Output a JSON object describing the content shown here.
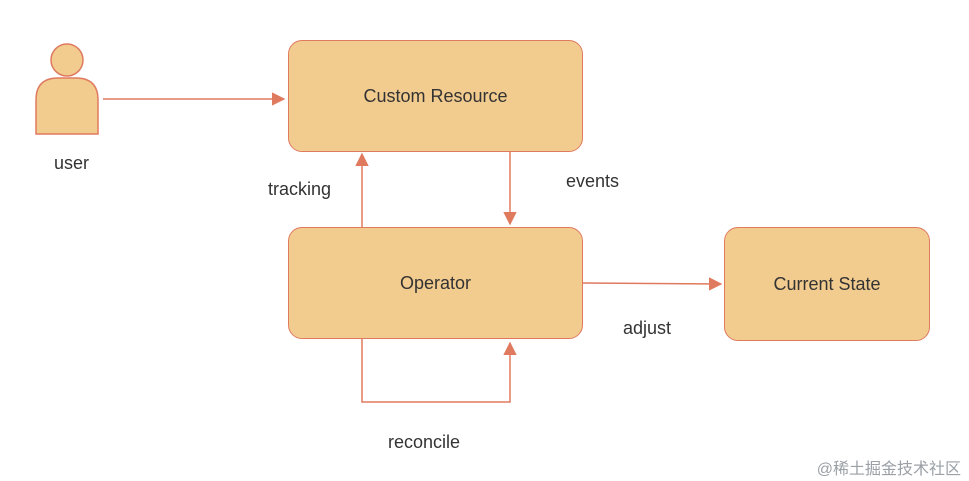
{
  "colors": {
    "box_fill": "#f2cb8f",
    "box_border": "#e07a5f",
    "arrow": "#e07a5f",
    "text": "#333333"
  },
  "actor": {
    "label": "user",
    "icon": "user-icon"
  },
  "nodes": {
    "custom_resource": "Custom Resource",
    "operator": "Operator",
    "current_state": "Current State"
  },
  "edges": {
    "tracking": "tracking",
    "events": "events",
    "adjust": "adjust",
    "reconcile": "reconcile"
  },
  "watermark": "@稀土掘金技术社区"
}
